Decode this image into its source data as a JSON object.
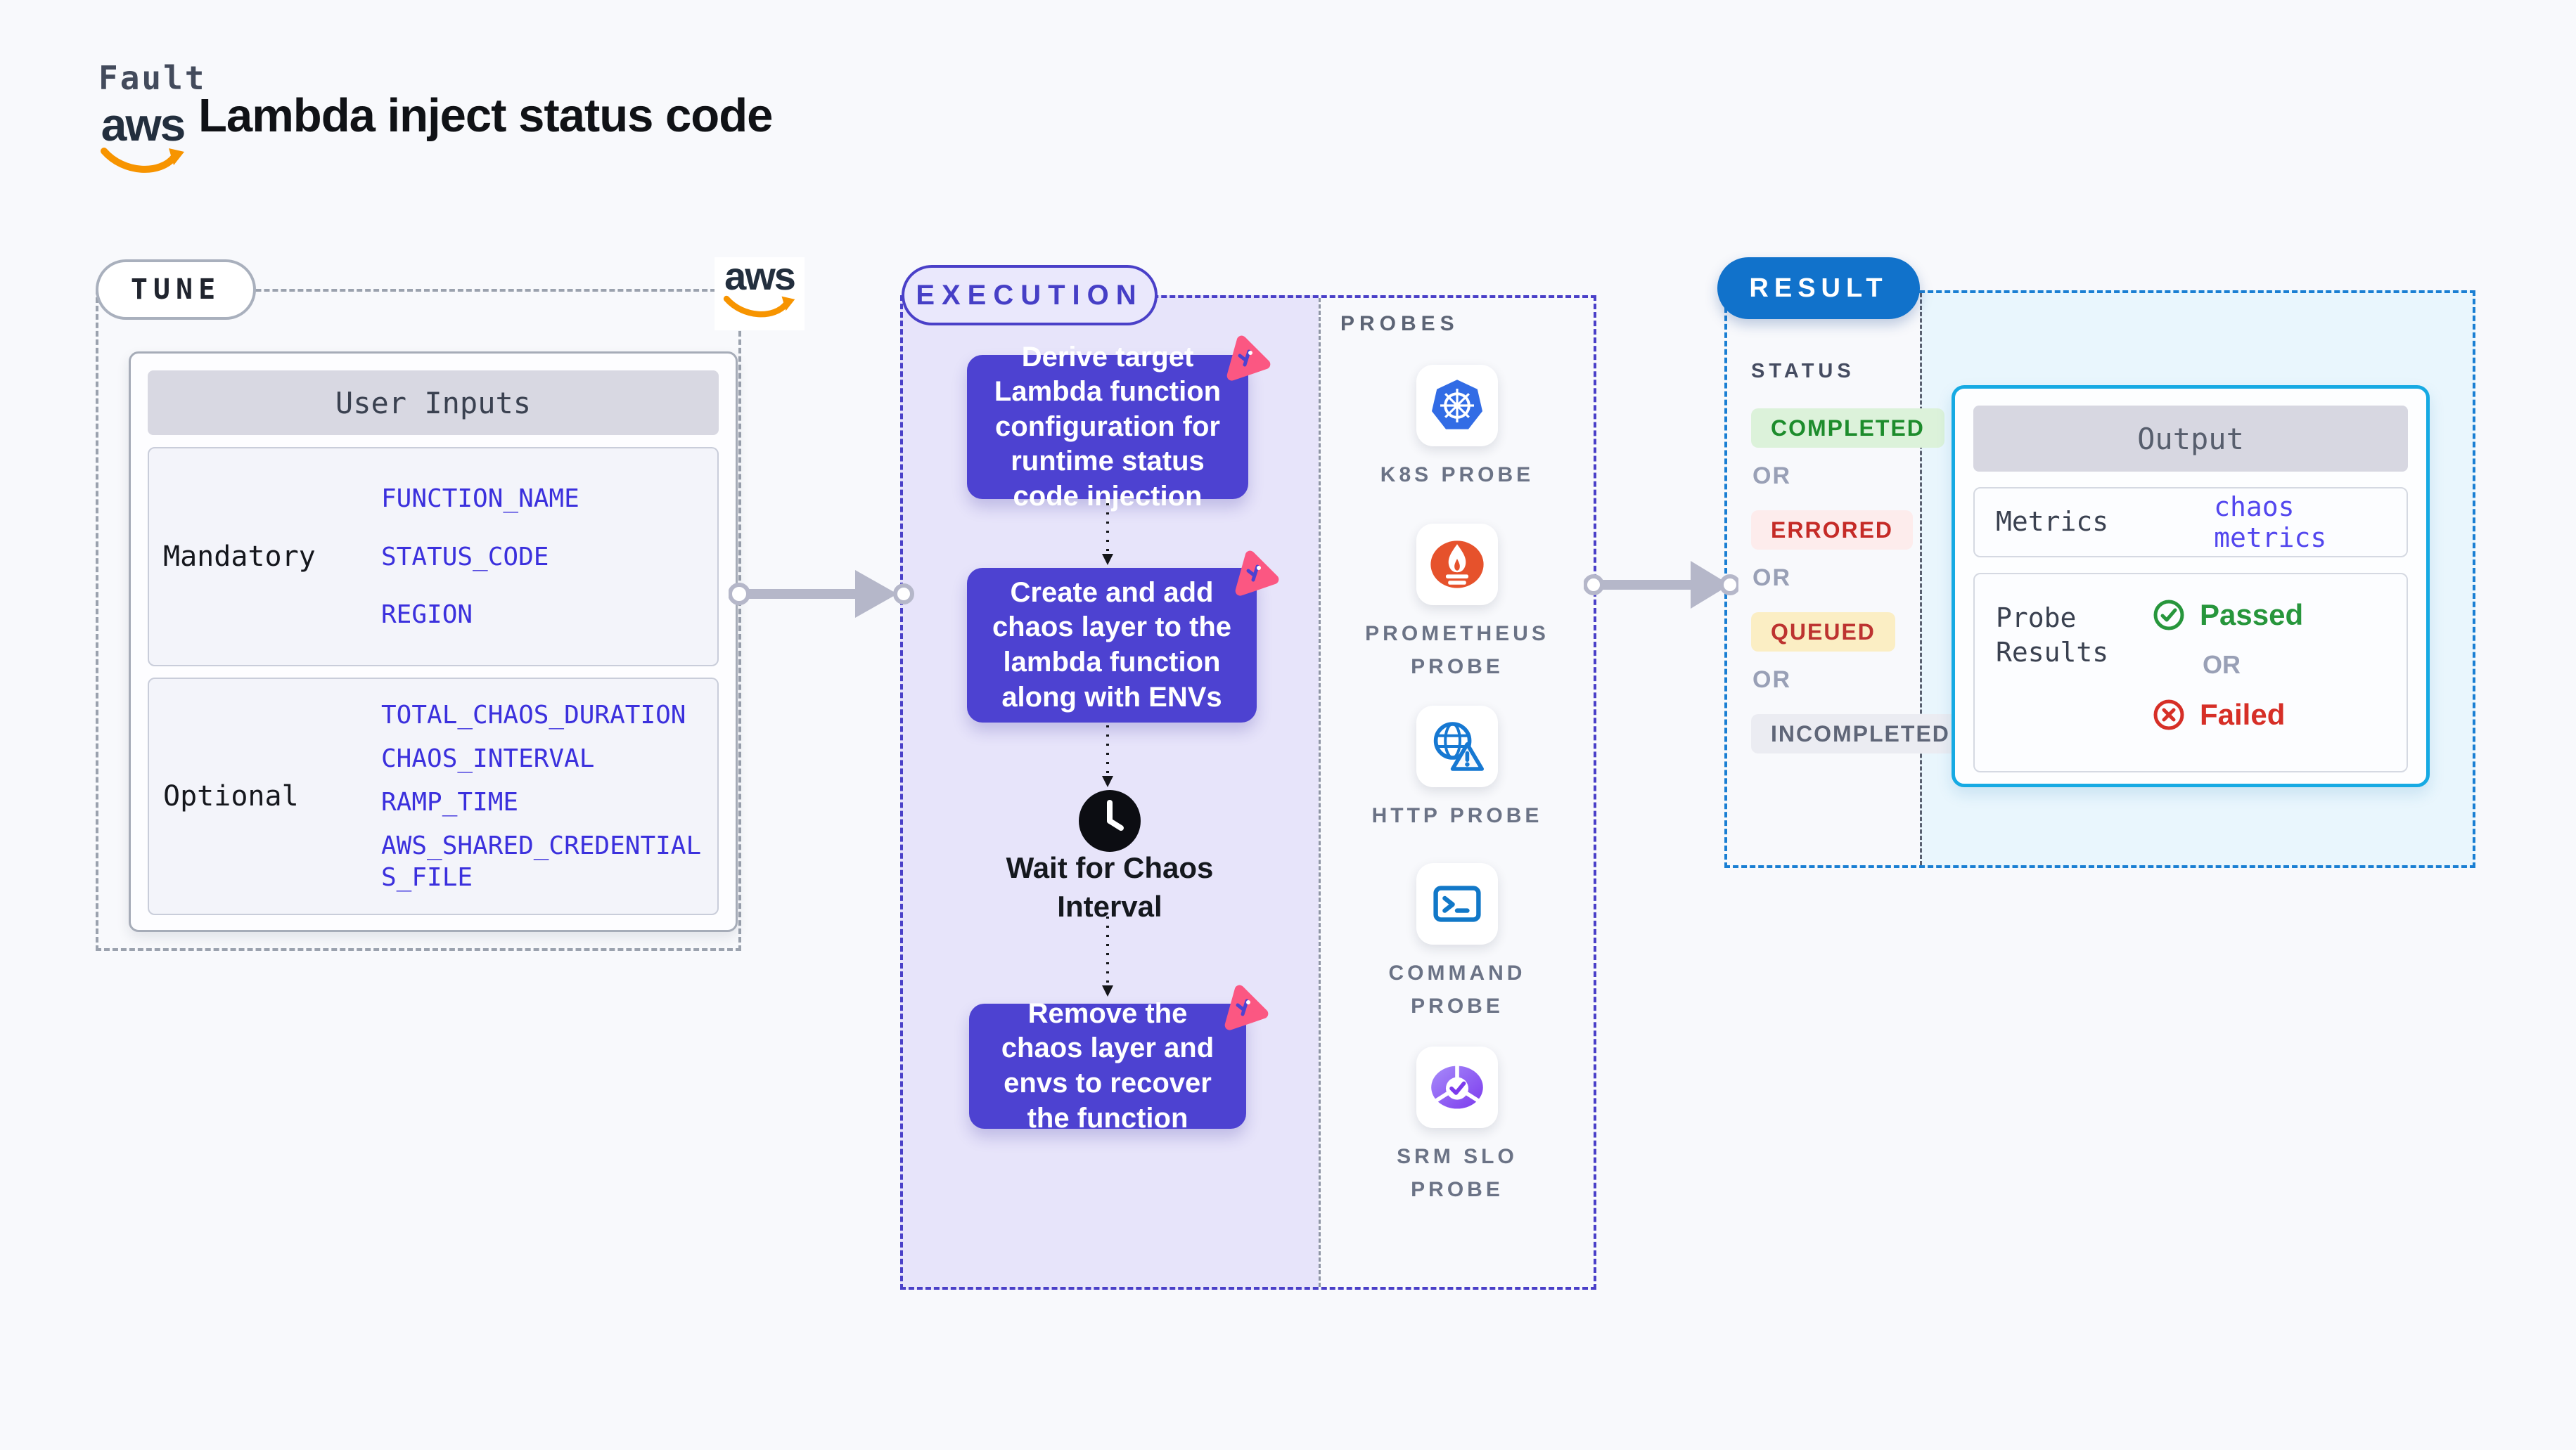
{
  "header": {
    "kicker": "Fault",
    "title": "Lambda inject status code",
    "aws_wordmark": "aws"
  },
  "tune": {
    "label": "TUNE",
    "table": {
      "title": "User Inputs",
      "groups": [
        {
          "label": "Mandatory",
          "items": [
            "FUNCTION_NAME",
            "STATUS_CODE",
            "REGION"
          ]
        },
        {
          "label": "Optional",
          "items": [
            "TOTAL_CHAOS_DURATION",
            "CHAOS_INTERVAL",
            "RAMP_TIME",
            "AWS_SHARED_CREDENTIALS_FILE"
          ]
        }
      ]
    }
  },
  "execution": {
    "label": "EXECUTION",
    "steps": [
      "Derive target Lambda function configuration for runtime status code injection",
      "Create and add chaos layer to the lambda function along with ENVs",
      "Wait for Chaos Interval",
      "Remove the chaos layer and envs to recover the function"
    ],
    "probes": {
      "label": "PROBES",
      "items": [
        {
          "name": "K8S PROBE",
          "icon": "kubernetes-icon"
        },
        {
          "name": "PROMETHEUS PROBE",
          "icon": "prometheus-icon"
        },
        {
          "name": "HTTP PROBE",
          "icon": "http-globe-icon"
        },
        {
          "name": "COMMAND PROBE",
          "icon": "terminal-icon"
        },
        {
          "name": "SRM SLO PROBE",
          "icon": "slo-pie-check-icon"
        }
      ]
    }
  },
  "result": {
    "label": "RESULT",
    "status_heading": "STATUS",
    "or_label": "OR",
    "statuses": [
      {
        "label": "COMPLETED",
        "tone": "green"
      },
      {
        "label": "ERRORED",
        "tone": "red"
      },
      {
        "label": "QUEUED",
        "tone": "yellow"
      },
      {
        "label": "INCOMPLETED",
        "tone": "gray"
      }
    ],
    "output": {
      "title": "Output",
      "metrics_label": "Metrics",
      "metrics_link": "chaos metrics",
      "probe_results_label": "Probe Results",
      "passed_label": "Passed",
      "failed_label": "Failed"
    }
  },
  "colors": {
    "node_purple": "#4d42d1",
    "execution_accent": "#4a40c8",
    "execution_panel": "#e7e4fa",
    "result_blue": "#1172cb",
    "result_border": "#1a7fd3",
    "output_border": "#16aae3",
    "output_panel": "#e9f6fd",
    "link": "#5347ee",
    "env_text": "#3b30dd",
    "aws_orange": "#f79400",
    "passed_green": "#27963c",
    "failed_red": "#d62f27",
    "completed_bg": "#dcf2da",
    "completed_text": "#1d8c2c",
    "errored_bg": "#fdecec",
    "errored_text": "#c52b27",
    "queued_bg": "#fbeec4",
    "queued_text": "#bd3330",
    "incompleted_bg": "#ebecf2",
    "incompleted_text": "#5f6678"
  }
}
